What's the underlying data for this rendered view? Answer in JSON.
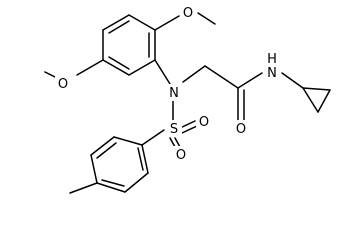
{
  "molecule": {
    "atoms": {
      "o_top": "O",
      "o_left": "O",
      "n_center": "N",
      "s_sulfonyl": "S",
      "o_sulfonyl_1": "O",
      "o_sulfonyl_2": "O",
      "o_amide": "O",
      "n_amide": "N",
      "h_amide": "H"
    },
    "colors": {
      "bond": "#000000",
      "text": "#000000",
      "background": "#ffffff"
    }
  }
}
